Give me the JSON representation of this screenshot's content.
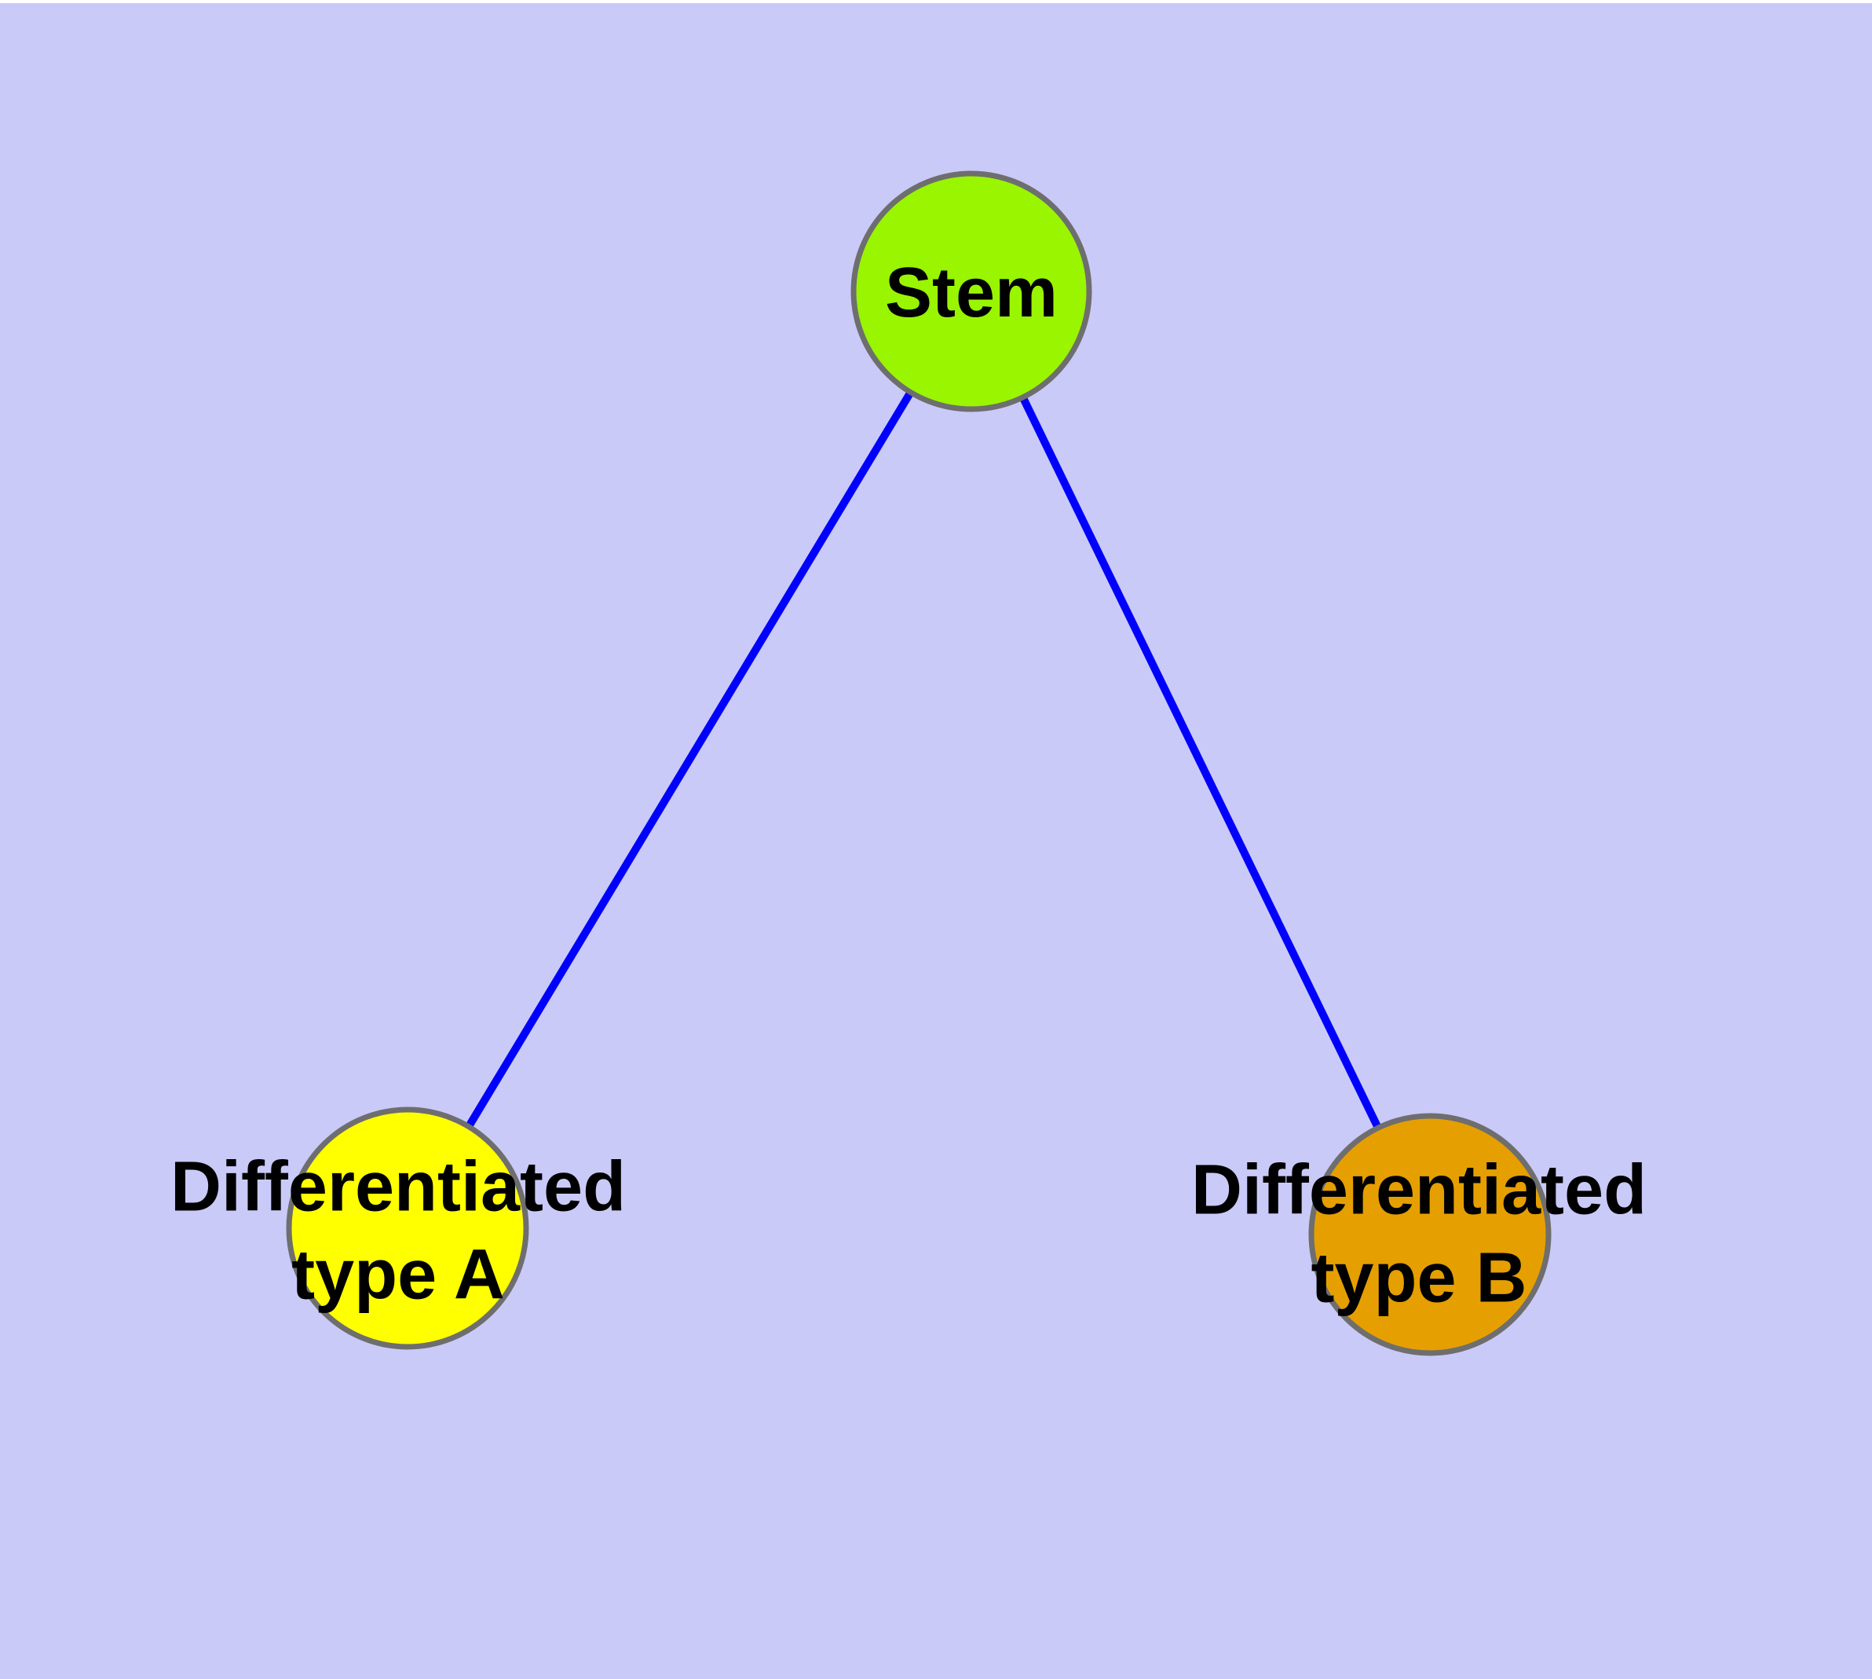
{
  "diagram": {
    "title": "",
    "background_color": "#CACAF8",
    "top_strip_color": "#FFFFFF",
    "edge_color": "#0000FF",
    "node_border_color": "#6E6E6E",
    "label_color": "#000000",
    "nodes": {
      "stem": {
        "id": "stem",
        "label": "Stem",
        "color": "#99F500"
      },
      "typeA": {
        "id": "typeA",
        "label": "Differentiated\ntype A",
        "color": "#FFFF00"
      },
      "typeB": {
        "id": "typeB",
        "label": "Differentiated\ntype B",
        "color": "#E69F00"
      }
    },
    "edges": [
      {
        "from": "stem",
        "to": "typeA"
      },
      {
        "from": "stem",
        "to": "typeB"
      }
    ]
  }
}
